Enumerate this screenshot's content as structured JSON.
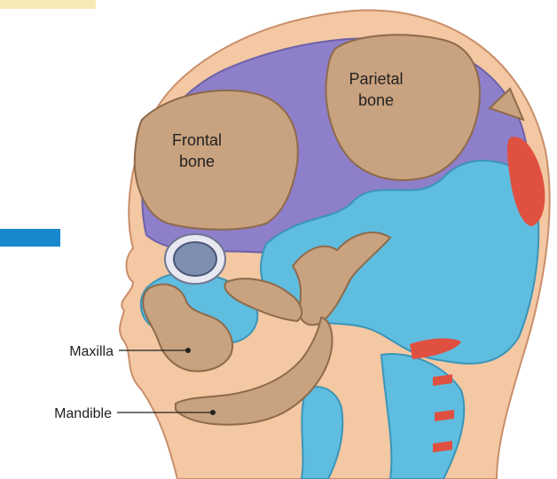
{
  "labels": {
    "frontal_bone": [
      "Frontal",
      "bone"
    ],
    "parietal_bone": [
      "Parietal",
      "bone"
    ],
    "maxilla": "Maxilla",
    "mandible": "Mandible"
  },
  "colors": {
    "skin": "#f3c8a3",
    "skin_outline": "#c98e6a",
    "bone": "#c9a27f",
    "bone_outline": "#8e6a4b",
    "membrane": "#8d7fc9",
    "cartilage": "#5fbde0",
    "ossification_red": "#e05040",
    "accent_blue": "#1a88cc",
    "accent_yellow": "#f7eab7"
  }
}
